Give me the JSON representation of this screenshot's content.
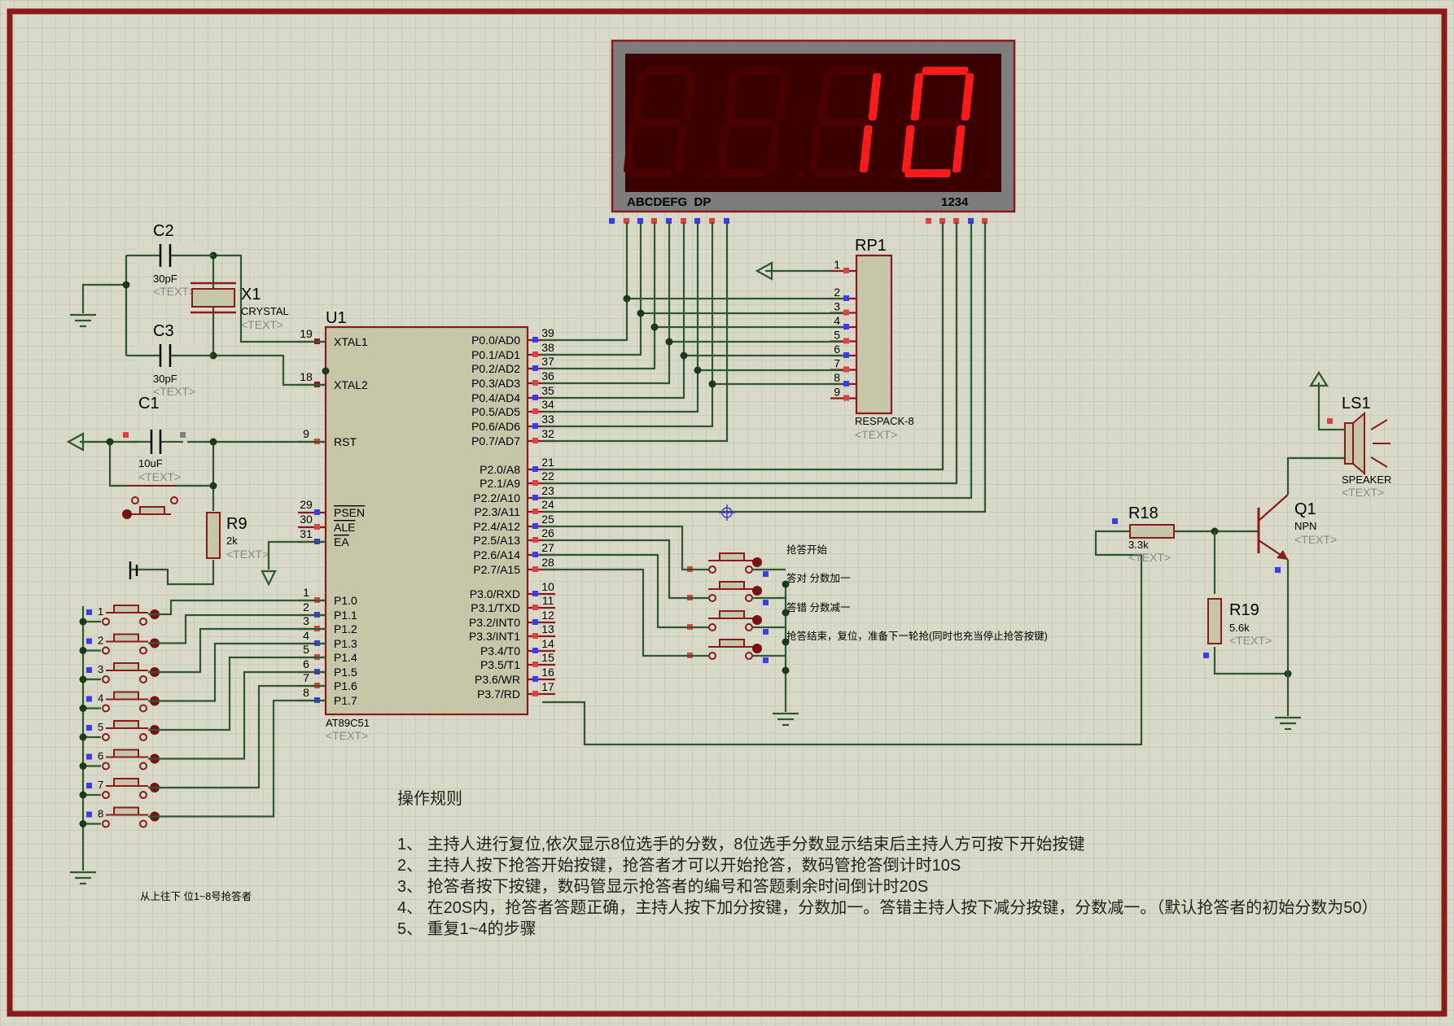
{
  "display": {
    "segment_label": "ABCDEFG  DP",
    "digit_label": "1234",
    "digits": [
      "8",
      "8",
      "1",
      "0"
    ],
    "digit_state": [
      "off",
      "off",
      "on",
      "on"
    ]
  },
  "components": {
    "c2": {
      "ref": "C2",
      "value": "30pF",
      "text": "<TEXT>"
    },
    "c3": {
      "ref": "C3",
      "value": "30pF",
      "text": "<TEXT>"
    },
    "c1": {
      "ref": "C1",
      "value": "10uF",
      "text": "<TEXT>"
    },
    "x1": {
      "ref": "X1",
      "value": "CRYSTAL",
      "text": "<TEXT>"
    },
    "r9": {
      "ref": "R9",
      "value": "2k",
      "text": "<TEXT>"
    },
    "u1": {
      "ref": "U1",
      "value": "AT89C51",
      "text": "<TEXT>"
    },
    "rp1": {
      "ref": "RP1",
      "value": "RESPACK-8",
      "text": "<TEXT>"
    },
    "ls1": {
      "ref": "LS1",
      "value": "SPEAKER",
      "text": "<TEXT>"
    },
    "q1": {
      "ref": "Q1",
      "value": "NPN",
      "text": "<TEXT>"
    },
    "r18": {
      "ref": "R18",
      "value": "3.3k",
      "text": "<TEXT>"
    },
    "r19": {
      "ref": "R19",
      "value": "5.6k",
      "text": "<TEXT>"
    }
  },
  "u1_pins": {
    "left": [
      {
        "num": "19",
        "name": "XTAL1"
      },
      {
        "num": "18",
        "name": "XTAL2"
      },
      {
        "num": "9",
        "name": "RST"
      },
      {
        "num": "29",
        "name": "PSEN"
      },
      {
        "num": "30",
        "name": "ALE"
      },
      {
        "num": "31",
        "name": "EA"
      },
      {
        "num": "1",
        "name": "P1.0"
      },
      {
        "num": "2",
        "name": "P1.1"
      },
      {
        "num": "3",
        "name": "P1.2"
      },
      {
        "num": "4",
        "name": "P1.3"
      },
      {
        "num": "5",
        "name": "P1.4"
      },
      {
        "num": "6",
        "name": "P1.5"
      },
      {
        "num": "7",
        "name": "P1.6"
      },
      {
        "num": "8",
        "name": "P1.7"
      }
    ],
    "right": [
      {
        "num": "39",
        "name": "P0.0/AD0"
      },
      {
        "num": "38",
        "name": "P0.1/AD1"
      },
      {
        "num": "37",
        "name": "P0.2/AD2"
      },
      {
        "num": "36",
        "name": "P0.3/AD3"
      },
      {
        "num": "35",
        "name": "P0.4/AD4"
      },
      {
        "num": "34",
        "name": "P0.5/AD5"
      },
      {
        "num": "33",
        "name": "P0.6/AD6"
      },
      {
        "num": "32",
        "name": "P0.7/AD7"
      },
      {
        "num": "21",
        "name": "P2.0/A8"
      },
      {
        "num": "22",
        "name": "P2.1/A9"
      },
      {
        "num": "23",
        "name": "P2.2/A10"
      },
      {
        "num": "24",
        "name": "P2.3/A11"
      },
      {
        "num": "25",
        "name": "P2.4/A12"
      },
      {
        "num": "26",
        "name": "P2.5/A13"
      },
      {
        "num": "27",
        "name": "P2.6/A14"
      },
      {
        "num": "28",
        "name": "P2.7/A15"
      },
      {
        "num": "10",
        "name": "P3.0/RXD"
      },
      {
        "num": "11",
        "name": "P3.1/TXD"
      },
      {
        "num": "12",
        "name": "P3.2/INT0"
      },
      {
        "num": "13",
        "name": "P3.3/INT1"
      },
      {
        "num": "14",
        "name": "P3.4/T0"
      },
      {
        "num": "15",
        "name": "P3.5/T1"
      },
      {
        "num": "16",
        "name": "P3.6/WR"
      },
      {
        "num": "17",
        "name": "P3.7/RD"
      }
    ]
  },
  "rp1_pins": [
    "1",
    "2",
    "3",
    "4",
    "5",
    "6",
    "7",
    "8",
    "9"
  ],
  "player_buttons": [
    "1",
    "2",
    "3",
    "4",
    "5",
    "6",
    "7",
    "8"
  ],
  "player_note": "从上往下 位1~8号抢答者",
  "host_buttons": [
    "抢答开始",
    "答对 分数加一",
    "答错 分数减一",
    "抢答结束，复位，准备下一轮抢(同时也充当停止抢答按键)"
  ],
  "rules": {
    "title": "操作规则",
    "items": [
      "1、 主持人进行复位,依次显示8位选手的分数，8位选手分数显示结束后主持人方可按下开始按键",
      "2、 主持人按下抢答开始按键，抢答者才可以开始抢答，数码管抢答倒计时10S",
      "3、 抢答者按下按键，数码管显示抢答者的编号和答题剩余时间倒计时20S",
      "4、 在20S内，抢答者答题正确，主持人按下加分按键，分数加一。答错主持人按下减分按键，分数减一。（默认抢答者的初始分数为50）",
      "5、 重复1~4的步骤"
    ]
  },
  "colors": {
    "frame": "#8b1a1a",
    "wire": "#2c5a2c",
    "segment_on": "#ff1a1a",
    "segment_off": "#4a0000",
    "sheet": "#d9d9c7"
  }
}
